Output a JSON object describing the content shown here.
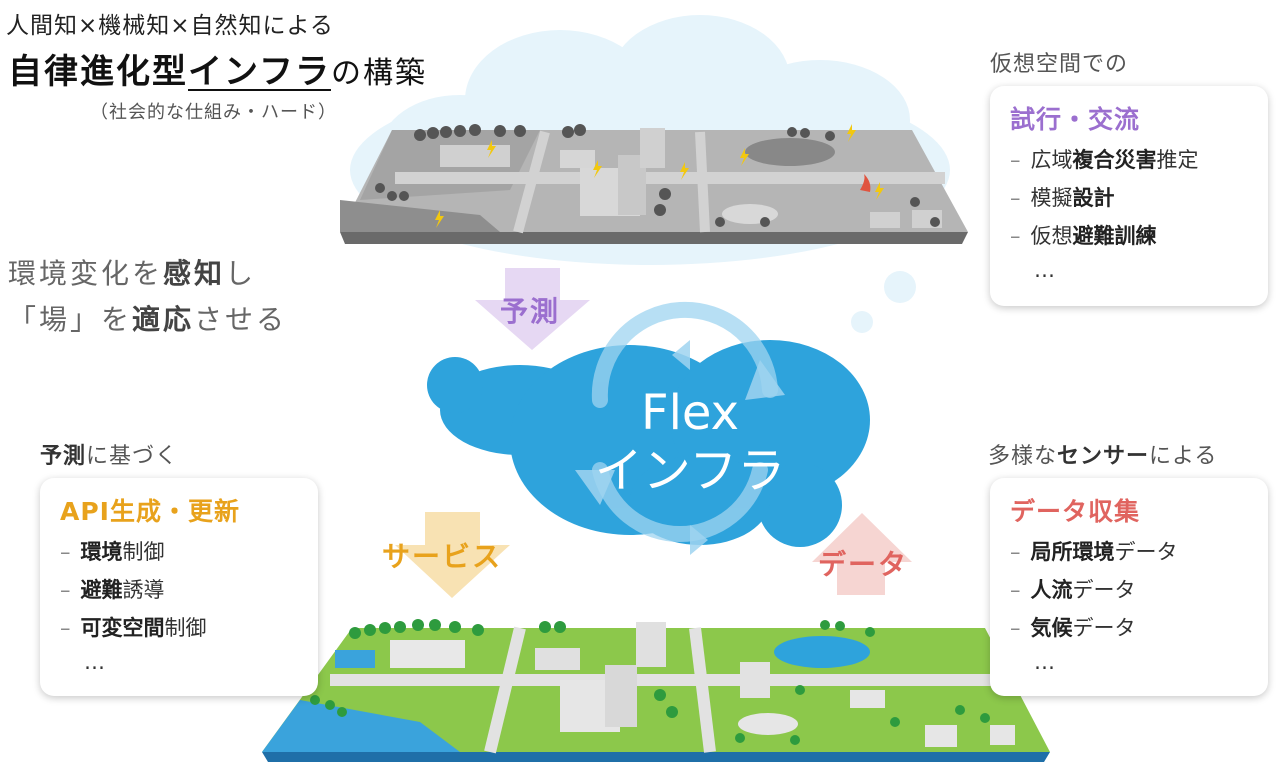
{
  "title": {
    "line1": "人間知×機械知×自然知による",
    "line2_main": "自律進化型",
    "line2_underlined": "インフラ",
    "line2_tail": "の構築",
    "line3": "（社会的な仕組み・ハード）"
  },
  "lead": {
    "line1_a": "環境変化を",
    "line1_b": "感知",
    "line1_c": "し",
    "line2_a": "「場」を",
    "line2_b": "適応",
    "line2_c": "させる"
  },
  "center": {
    "line1": "Flex",
    "line2": "インフラ"
  },
  "arrows": {
    "predict": "予測",
    "service": "サービス",
    "data": "データ"
  },
  "top_right": {
    "head": "仮想空間での",
    "title": "試行・交流",
    "items": [
      {
        "pre": "広域",
        "bold": "複合災害",
        "post": "推定"
      },
      {
        "pre": "模擬",
        "bold": "設計",
        "post": ""
      },
      {
        "pre": "仮想",
        "bold": "避難訓練",
        "post": ""
      }
    ],
    "more": "…"
  },
  "bottom_left": {
    "head_bold": "予測",
    "head_rest": "に基づく",
    "title": "API生成・更新",
    "items": [
      {
        "bold": "環境",
        "post": "制御"
      },
      {
        "bold": "避難",
        "post": "誘導"
      },
      {
        "bold": "可変空間",
        "post": "制御"
      }
    ],
    "more": "…"
  },
  "bottom_right": {
    "head_a": "多様な",
    "head_bold": "センサー",
    "head_b": "による",
    "title": "データ収集",
    "items": [
      {
        "bold": "局所環境",
        "post": "データ"
      },
      {
        "bold": "人流",
        "post": "データ"
      },
      {
        "bold": "気候",
        "post": "データ"
      }
    ],
    "more": "…"
  },
  "colors": {
    "purple": "#9b6fcf",
    "orange": "#e8a21c",
    "red": "#e0645f",
    "blue_blob": "#2ea3dc",
    "green_ground": "#8cc84b",
    "gray_ground": "#9c9c9c"
  }
}
